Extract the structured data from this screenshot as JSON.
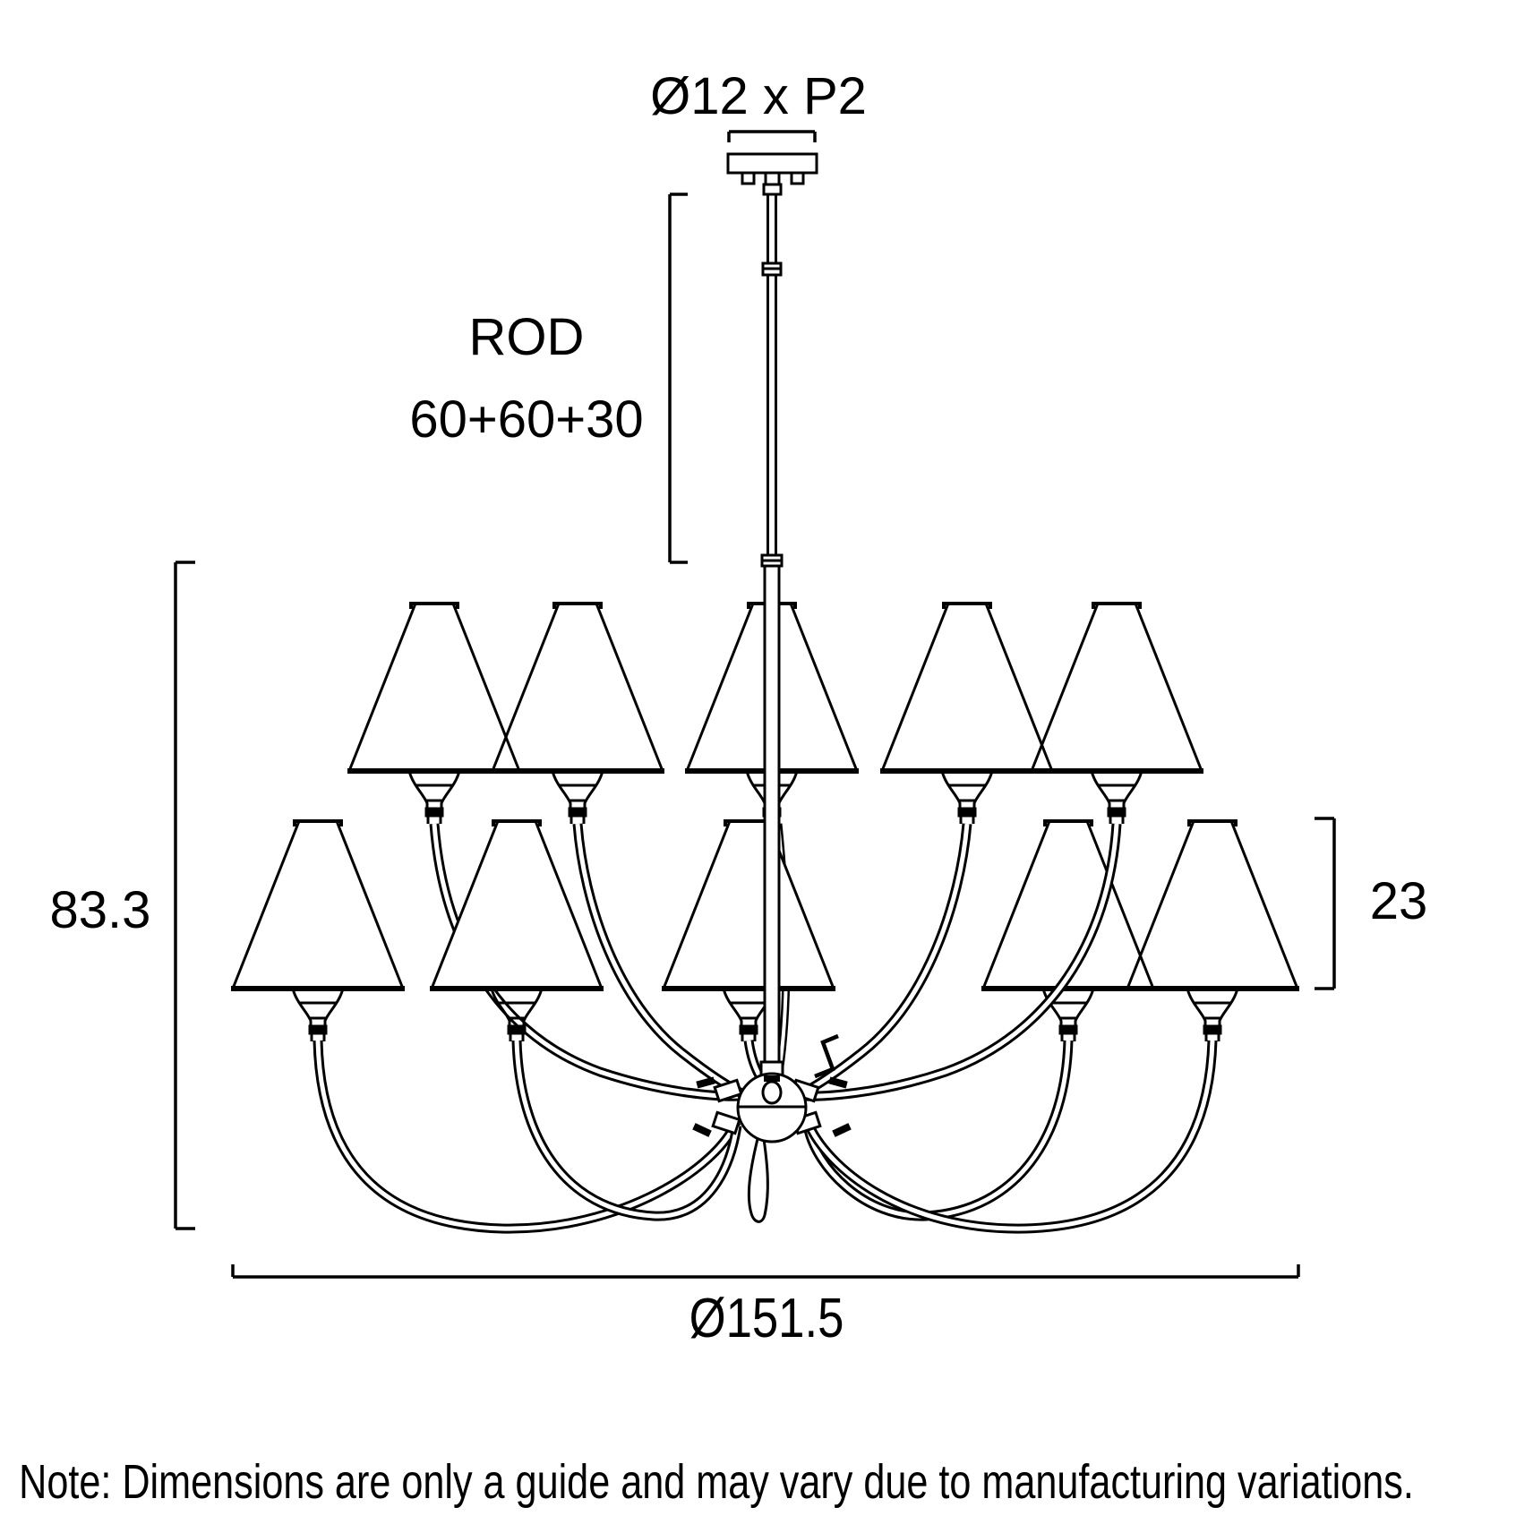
{
  "diagram": {
    "kind": "two-tier chandelier dimension drawing, front elevation",
    "colors": {
      "line": "#000000",
      "background": "#ffffff"
    },
    "labels": {
      "canopy_dimension": "Ø12 x P2",
      "rod_label": "ROD",
      "rod_lengths": "60+60+30",
      "overall_height": "83.3",
      "shade_height": "23",
      "overall_diameter": "Ø151.5"
    },
    "structure": {
      "upper_tier_shades": 5,
      "lower_tier_shades": 5,
      "arms_to_central_hub": 10
    },
    "note": "Note: Dimensions are only a guide and may vary due to manufacturing variations."
  }
}
